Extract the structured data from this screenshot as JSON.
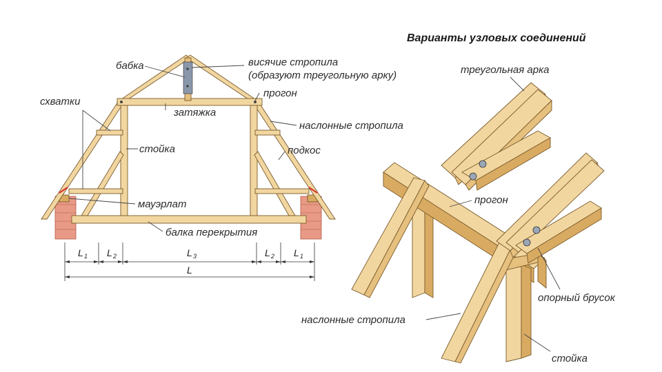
{
  "title": "Варианты узловых соединений",
  "labels": {
    "babka": "бабка",
    "hanging_rafters_1": "висячие стропила",
    "hanging_rafters_2": "(образуют треугольную арку)",
    "progon_left": "прогон",
    "skhvatki": "схватки",
    "zatyazhka": "затяжка",
    "nasl_strop_top": "наслонные стропила",
    "stoyka_left": "стойка",
    "podkos": "подкос",
    "mauerlat": "мауэрлат",
    "balka": "балка перекрытия",
    "tri_arka": "треугольная арка",
    "progon_right": "прогон",
    "opor_brusok": "опорный брусок",
    "nasl_strop_bottom": "наслонные стропила",
    "stoyka_right": "стойка"
  },
  "dimensions": {
    "L1_left": "L",
    "L1_left_sub": "1",
    "L2_left": "L",
    "L2_left_sub": "2",
    "L3": "L",
    "L3_sub": "3",
    "L2_right": "L",
    "L2_right_sub": "2",
    "L1_right": "L",
    "L1_right_sub": "1",
    "L_total": "L"
  },
  "colors": {
    "wood_light": "#f1d6a0",
    "wood_mid": "#e6c07e",
    "wood_dark": "#d9ab62",
    "brick": "#e89a86",
    "accent_red": "#d93030"
  }
}
